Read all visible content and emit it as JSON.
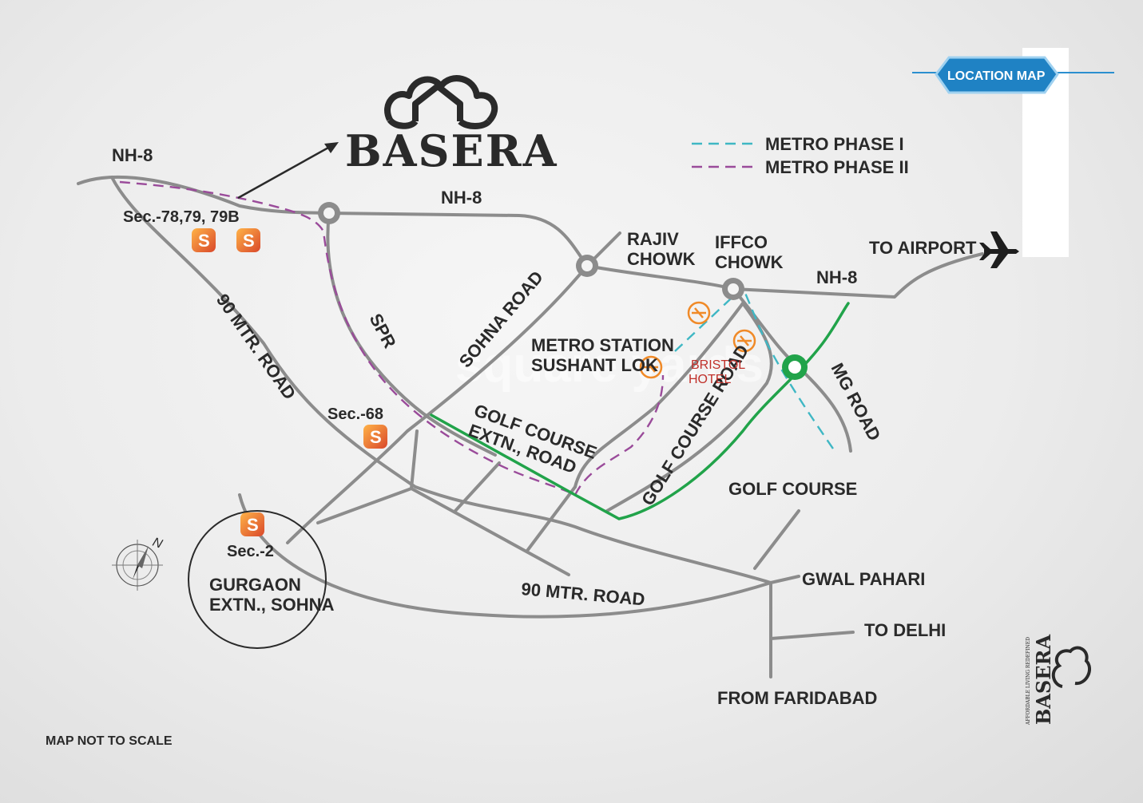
{
  "brand": {
    "name": "BASERA",
    "small_tagline": "AFFORDABLE LIVING REDEFINED"
  },
  "badge": {
    "label": "LOCATION MAP"
  },
  "legend": [
    {
      "label": "METRO PHASE I",
      "color": "#3fb7c4"
    },
    {
      "label": "METRO PHASE II",
      "color": "#9a4b9a"
    }
  ],
  "roads": {
    "nh8": "NH-8",
    "mtr90": "90 MTR. ROAD",
    "spr": "SPR",
    "sohna": "SOHNA ROAD",
    "gc_extn_1": "GOLF COURSE",
    "gc_extn_2": "EXTN., ROAD",
    "gc_road": "GOLF COURSE ROAD",
    "mg": "MG ROAD"
  },
  "places": {
    "rajiv_1": "RAJIV",
    "rajiv_2": "CHOWK",
    "iffco_1": "IFFCO",
    "iffco_2": "CHOWK",
    "airport": "TO AIRPORT",
    "metro_1": "METRO STATION",
    "metro_2": "SUSHANT LOK",
    "bristol_1": "BRISTOL",
    "bristol_2": "HOTEL",
    "golf_course": "GOLF COURSE",
    "gwal": "GWAL PAHARI",
    "delhi": "TO DELHI",
    "faridabad": "FROM FARIDABAD",
    "gurgaon_1": "GURGAON",
    "gurgaon_2": "EXTN., SOHNA"
  },
  "sectors": {
    "s78": "Sec.-78,79, 79B",
    "s68": "Sec.-68",
    "s2": "Sec.-2"
  },
  "marker_letter": "S",
  "compass_letter": "N",
  "note": "MAP NOT TO SCALE",
  "watermark": "square yards"
}
